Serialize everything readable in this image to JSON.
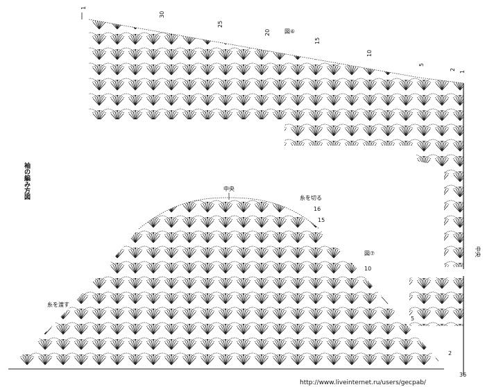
{
  "title": "袖の編み方図",
  "diagram_top": {
    "figure_label": "図⑥",
    "row_labels": [
      "1",
      "30",
      "25",
      "20",
      "15",
      "10",
      "5",
      "2",
      "1"
    ],
    "center_label": "中央"
  },
  "diagram_bottom": {
    "figure_label": "図⑦",
    "center_label": "中央",
    "cut_yarn_note": "糸を切る",
    "join_yarn_note": "糸を渡す",
    "row_labels": [
      "16",
      "15",
      "10",
      "5",
      "2",
      "36"
    ]
  },
  "watermark": "http://www.liveinternet.ru/users/gecpab/"
}
